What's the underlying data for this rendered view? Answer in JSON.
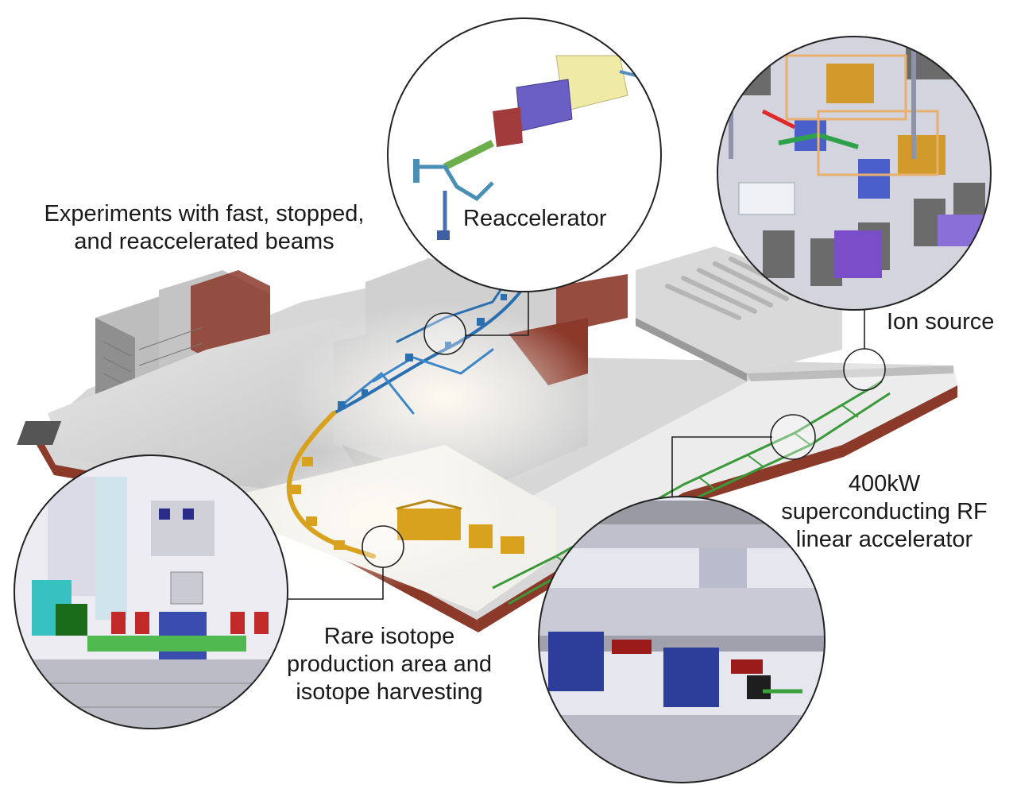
{
  "labels": {
    "experiments": [
      "Experiments with fast, stopped,",
      "and reaccelerated beams"
    ],
    "reaccelerator": "Reaccelerator",
    "ion_source": "Ion source",
    "linac": [
      "400kW",
      "superconducting RF",
      "linear accelerator"
    ],
    "rare_isotope": [
      "Rare isotope",
      "production area and",
      "isotope harvesting"
    ]
  },
  "colors": {
    "building_gray": "#c9c9c9",
    "roof_light": "#e6e6e6",
    "brick": "#8b3a2a",
    "beamline_blue": "#2a6fb0",
    "beamline_gold": "#d9a21e",
    "linac_green": "#3a9a3a",
    "callout_line": "#222222"
  }
}
